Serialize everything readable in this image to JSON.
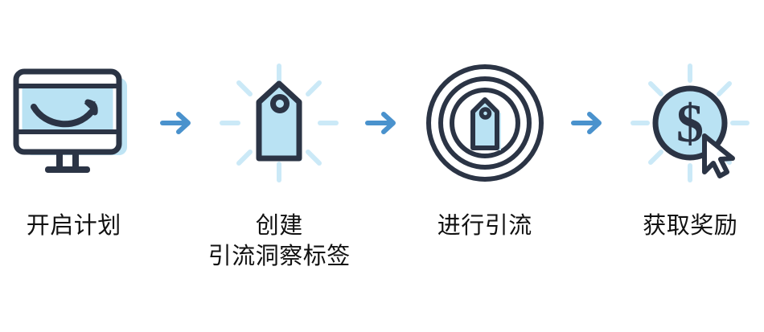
{
  "diagram": {
    "type": "process-flow",
    "orientation": "horizontal",
    "background_color": "#ffffff",
    "colors": {
      "outline": "#2b3445",
      "fill_light_blue": "#b9e2f3",
      "arrow_blue": "#4a92cd",
      "ray_blue": "#cbe9f7",
      "text": "#111111",
      "white": "#ffffff"
    },
    "steps": [
      {
        "id": "step-1",
        "icon": "desktop-monitor-amazon-smile-icon",
        "label_line1": "开启计划",
        "label_line2": ""
      },
      {
        "id": "step-2",
        "icon": "price-tag-shining-icon",
        "label_line1": "创建",
        "label_line2": "引流洞察标签"
      },
      {
        "id": "step-3",
        "icon": "price-tag-broadcast-rings-icon",
        "label_line1": "进行引流",
        "label_line2": ""
      },
      {
        "id": "step-4",
        "icon": "dollar-coin-cursor-icon",
        "label_line1": "获取奖励",
        "label_line2": ""
      }
    ],
    "connectors": [
      {
        "id": "connector-1",
        "icon": "arrow-right-icon"
      },
      {
        "id": "connector-2",
        "icon": "arrow-right-icon"
      },
      {
        "id": "connector-3",
        "icon": "arrow-right-icon"
      }
    ]
  }
}
